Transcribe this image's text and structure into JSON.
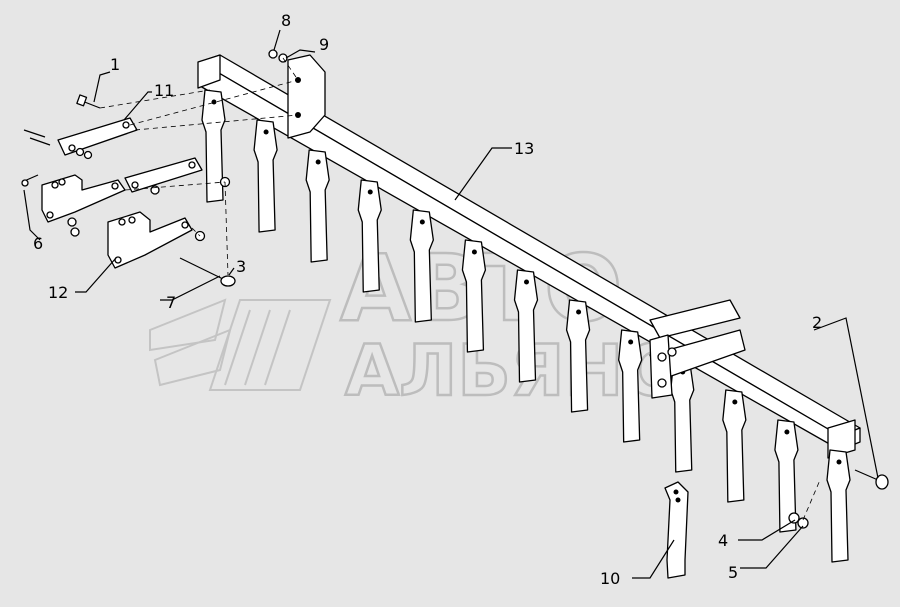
{
  "watermark": {
    "line1": "АВТО",
    "line2": "АЛЬЯНС"
  },
  "callouts": [
    {
      "id": "1",
      "text": "1"
    },
    {
      "id": "2",
      "text": "2"
    },
    {
      "id": "3",
      "text": "3"
    },
    {
      "id": "4",
      "text": "4"
    },
    {
      "id": "5",
      "text": "5"
    },
    {
      "id": "6",
      "text": "6"
    },
    {
      "id": "7",
      "text": "7"
    },
    {
      "id": "8",
      "text": "8"
    },
    {
      "id": "9",
      "text": "9"
    },
    {
      "id": "10",
      "text": "10"
    },
    {
      "id": "11",
      "text": "11"
    },
    {
      "id": "12",
      "text": "12"
    },
    {
      "id": "13",
      "text": "13"
    }
  ]
}
